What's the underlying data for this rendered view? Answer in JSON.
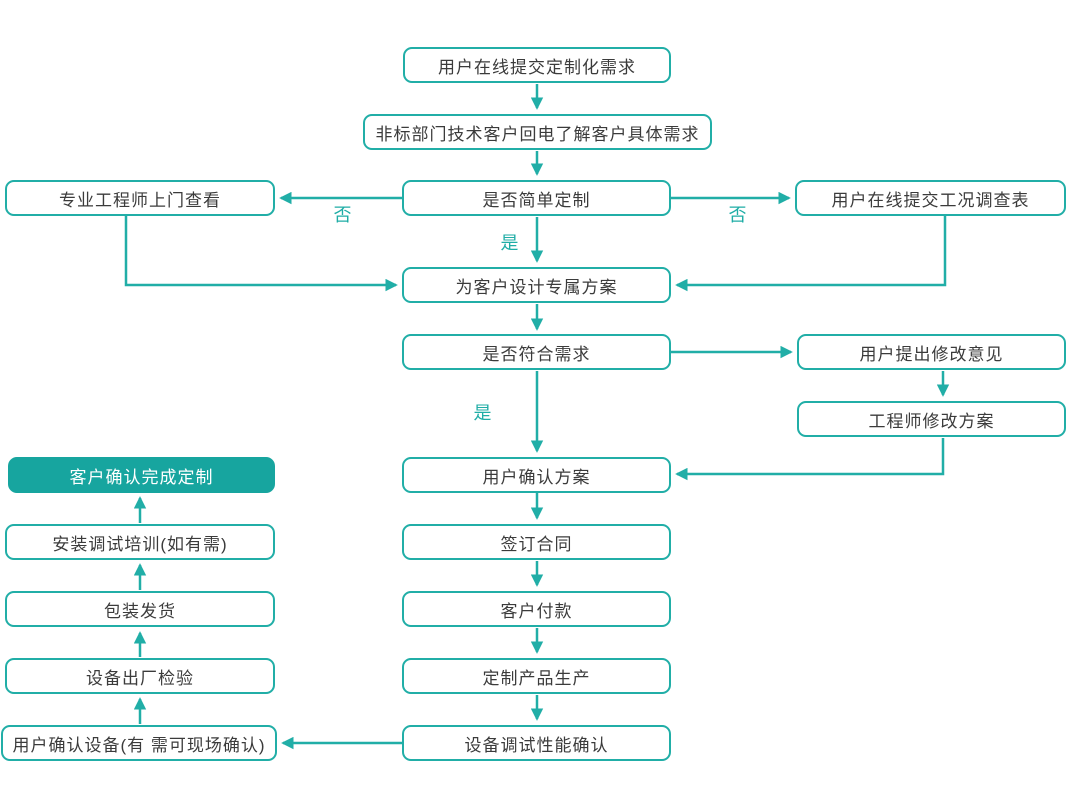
{
  "diagram": {
    "type": "flowchart",
    "colors": {
      "accent": "#21aea7",
      "final_node_fill": "#17a59f",
      "node_text": "#3b3b3b",
      "final_node_text": "#ffffff",
      "background": "#ffffff"
    },
    "nodes": {
      "submit_requirement": "用户在线提交定制化需求",
      "tech_callback": "非标部门技术客户回电了解客户具体需求",
      "engineer_visit": "专业工程师上门查看",
      "is_simple_custom": "是否简单定制",
      "survey_form": "用户在线提交工况调查表",
      "design_plan": "为客户设计专属方案",
      "meets_requirement": "是否符合需求",
      "user_feedback": "用户提出修改意见",
      "engineer_modify": "工程师修改方案",
      "confirm_plan": "用户确认方案",
      "sign_contract": "签订合同",
      "customer_payment": "客户付款",
      "production": "定制产品生产",
      "debug_performance": "设备调试性能确认",
      "custom_complete": "客户确认完成定制",
      "install_training": "安装调试培训(如有需)",
      "pack_ship": "包装发货",
      "factory_inspection": "设备出厂检验",
      "user_confirm_device": "用户确认设备(有 需可现场确认)"
    },
    "edge_labels": {
      "no_left": "否",
      "no_right": "否",
      "yes_simple": "是",
      "yes_meets": "是"
    }
  }
}
